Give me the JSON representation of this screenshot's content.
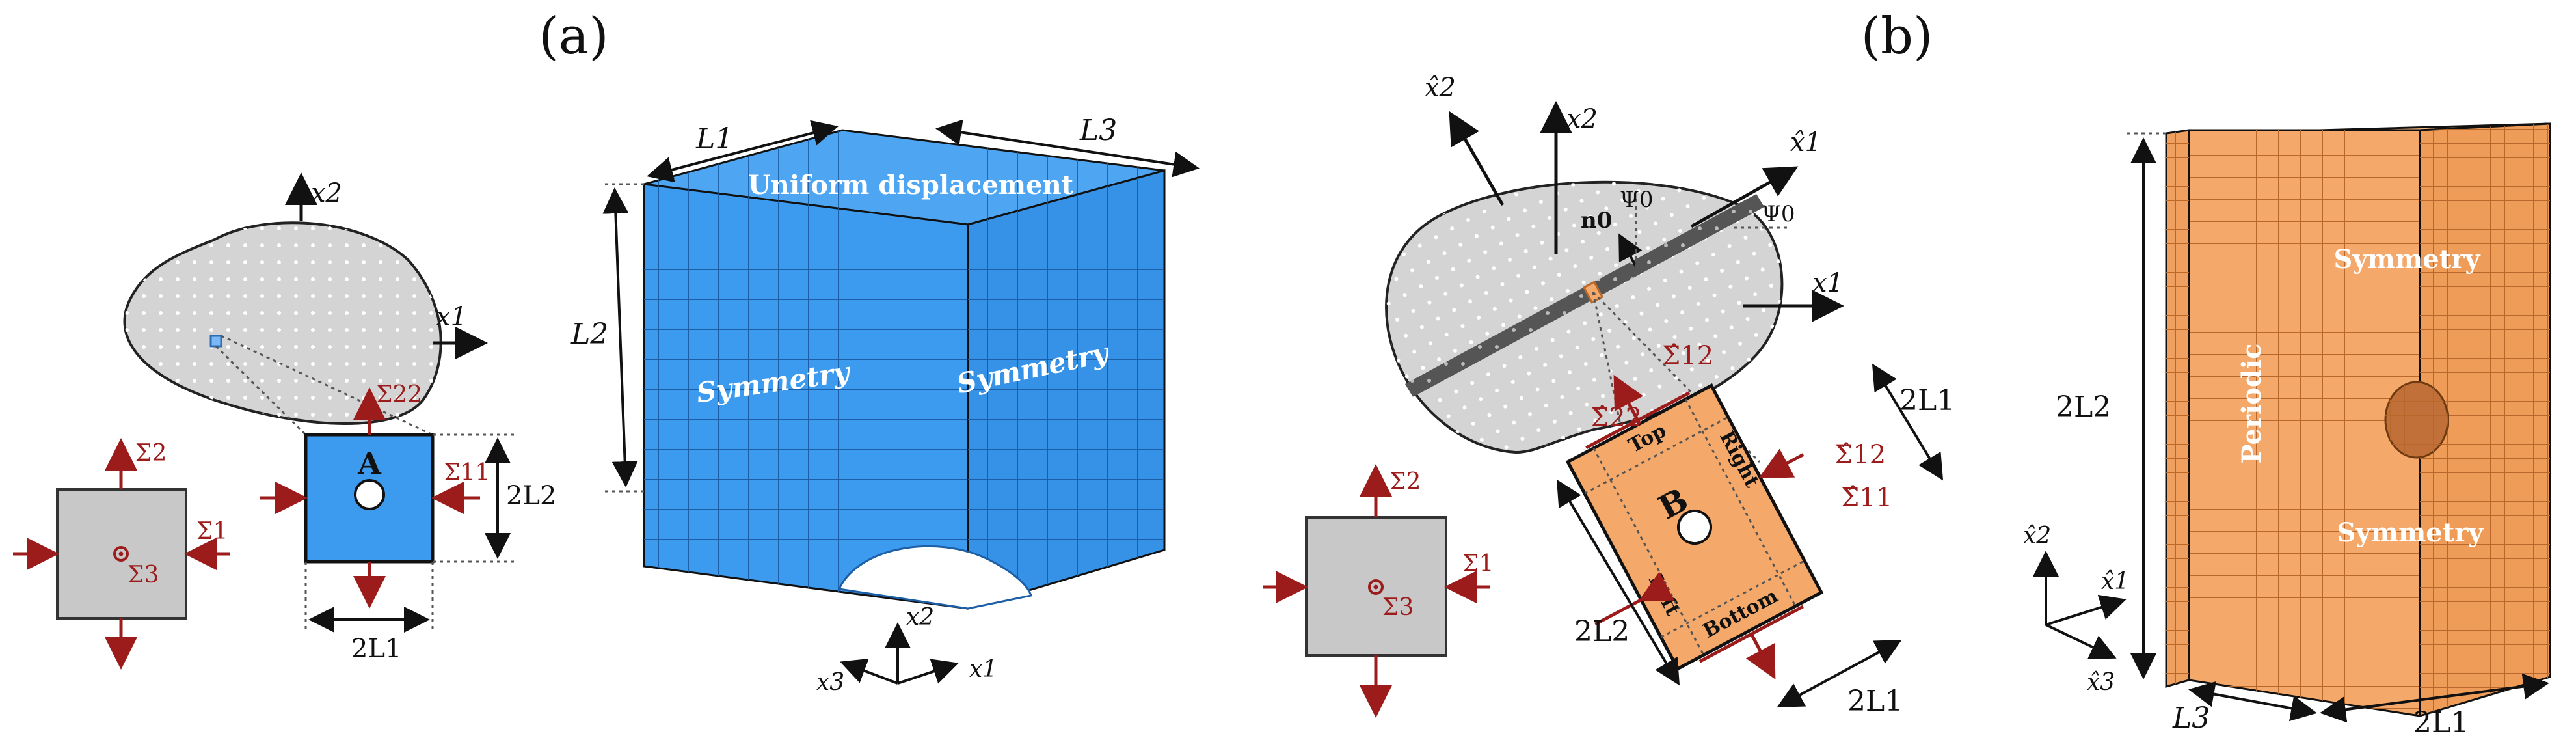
{
  "panels": {
    "a": {
      "label": "(a)",
      "material_axes": {
        "x1": "x1",
        "x2": "x2"
      },
      "stresses": {
        "s1": "Σ1",
        "s2": "Σ2",
        "s3": "Σ3",
        "s11": "Σ11",
        "s22": "Σ22"
      },
      "cell_name": "A",
      "dims": {
        "w": "2L1",
        "h": "2L2"
      },
      "mesh": {
        "top_text": "Uniform displacement",
        "left_text": "Symmetry",
        "right_text": "Symmetry",
        "dims": {
          "l1": "L1",
          "l2": "L2",
          "l3": "L3"
        },
        "axes": {
          "x1": "x1",
          "x2": "x2",
          "x3": "x3"
        }
      }
    },
    "b": {
      "label": "(b)",
      "axes": {
        "x1": "x1",
        "x2": "x2",
        "x1hat": "x̂1",
        "x2hat": "x̂2"
      },
      "n0": "n0",
      "psi0": "Ψ0",
      "stresses": {
        "s1": "Σ1",
        "s2": "Σ2",
        "s3": "Σ3",
        "s11h": "Σ̂11",
        "s22h": "Σ̂22",
        "s12h": "Σ̂12"
      },
      "cell_name": "B",
      "edges": {
        "top": "Top",
        "bottom": "Bottom",
        "left": "Left",
        "right": "Right"
      },
      "dims": {
        "w": "2L1",
        "h": "2L2"
      },
      "mesh": {
        "periodic_text": "Periodic",
        "sym_top": "Symmetry",
        "sym_bottom": "Symmetry",
        "dims": {
          "h": "2L2",
          "w": "2L1",
          "d": "L3"
        },
        "axes": {
          "x1hat": "x̂1",
          "x2hat": "x̂2",
          "x3hat": "x̂3"
        }
      }
    }
  },
  "colors": {
    "blue": "#3d9bef",
    "orange": "#f4a96a",
    "grey": "#d4d4d4",
    "red": "#9c1c1c"
  }
}
